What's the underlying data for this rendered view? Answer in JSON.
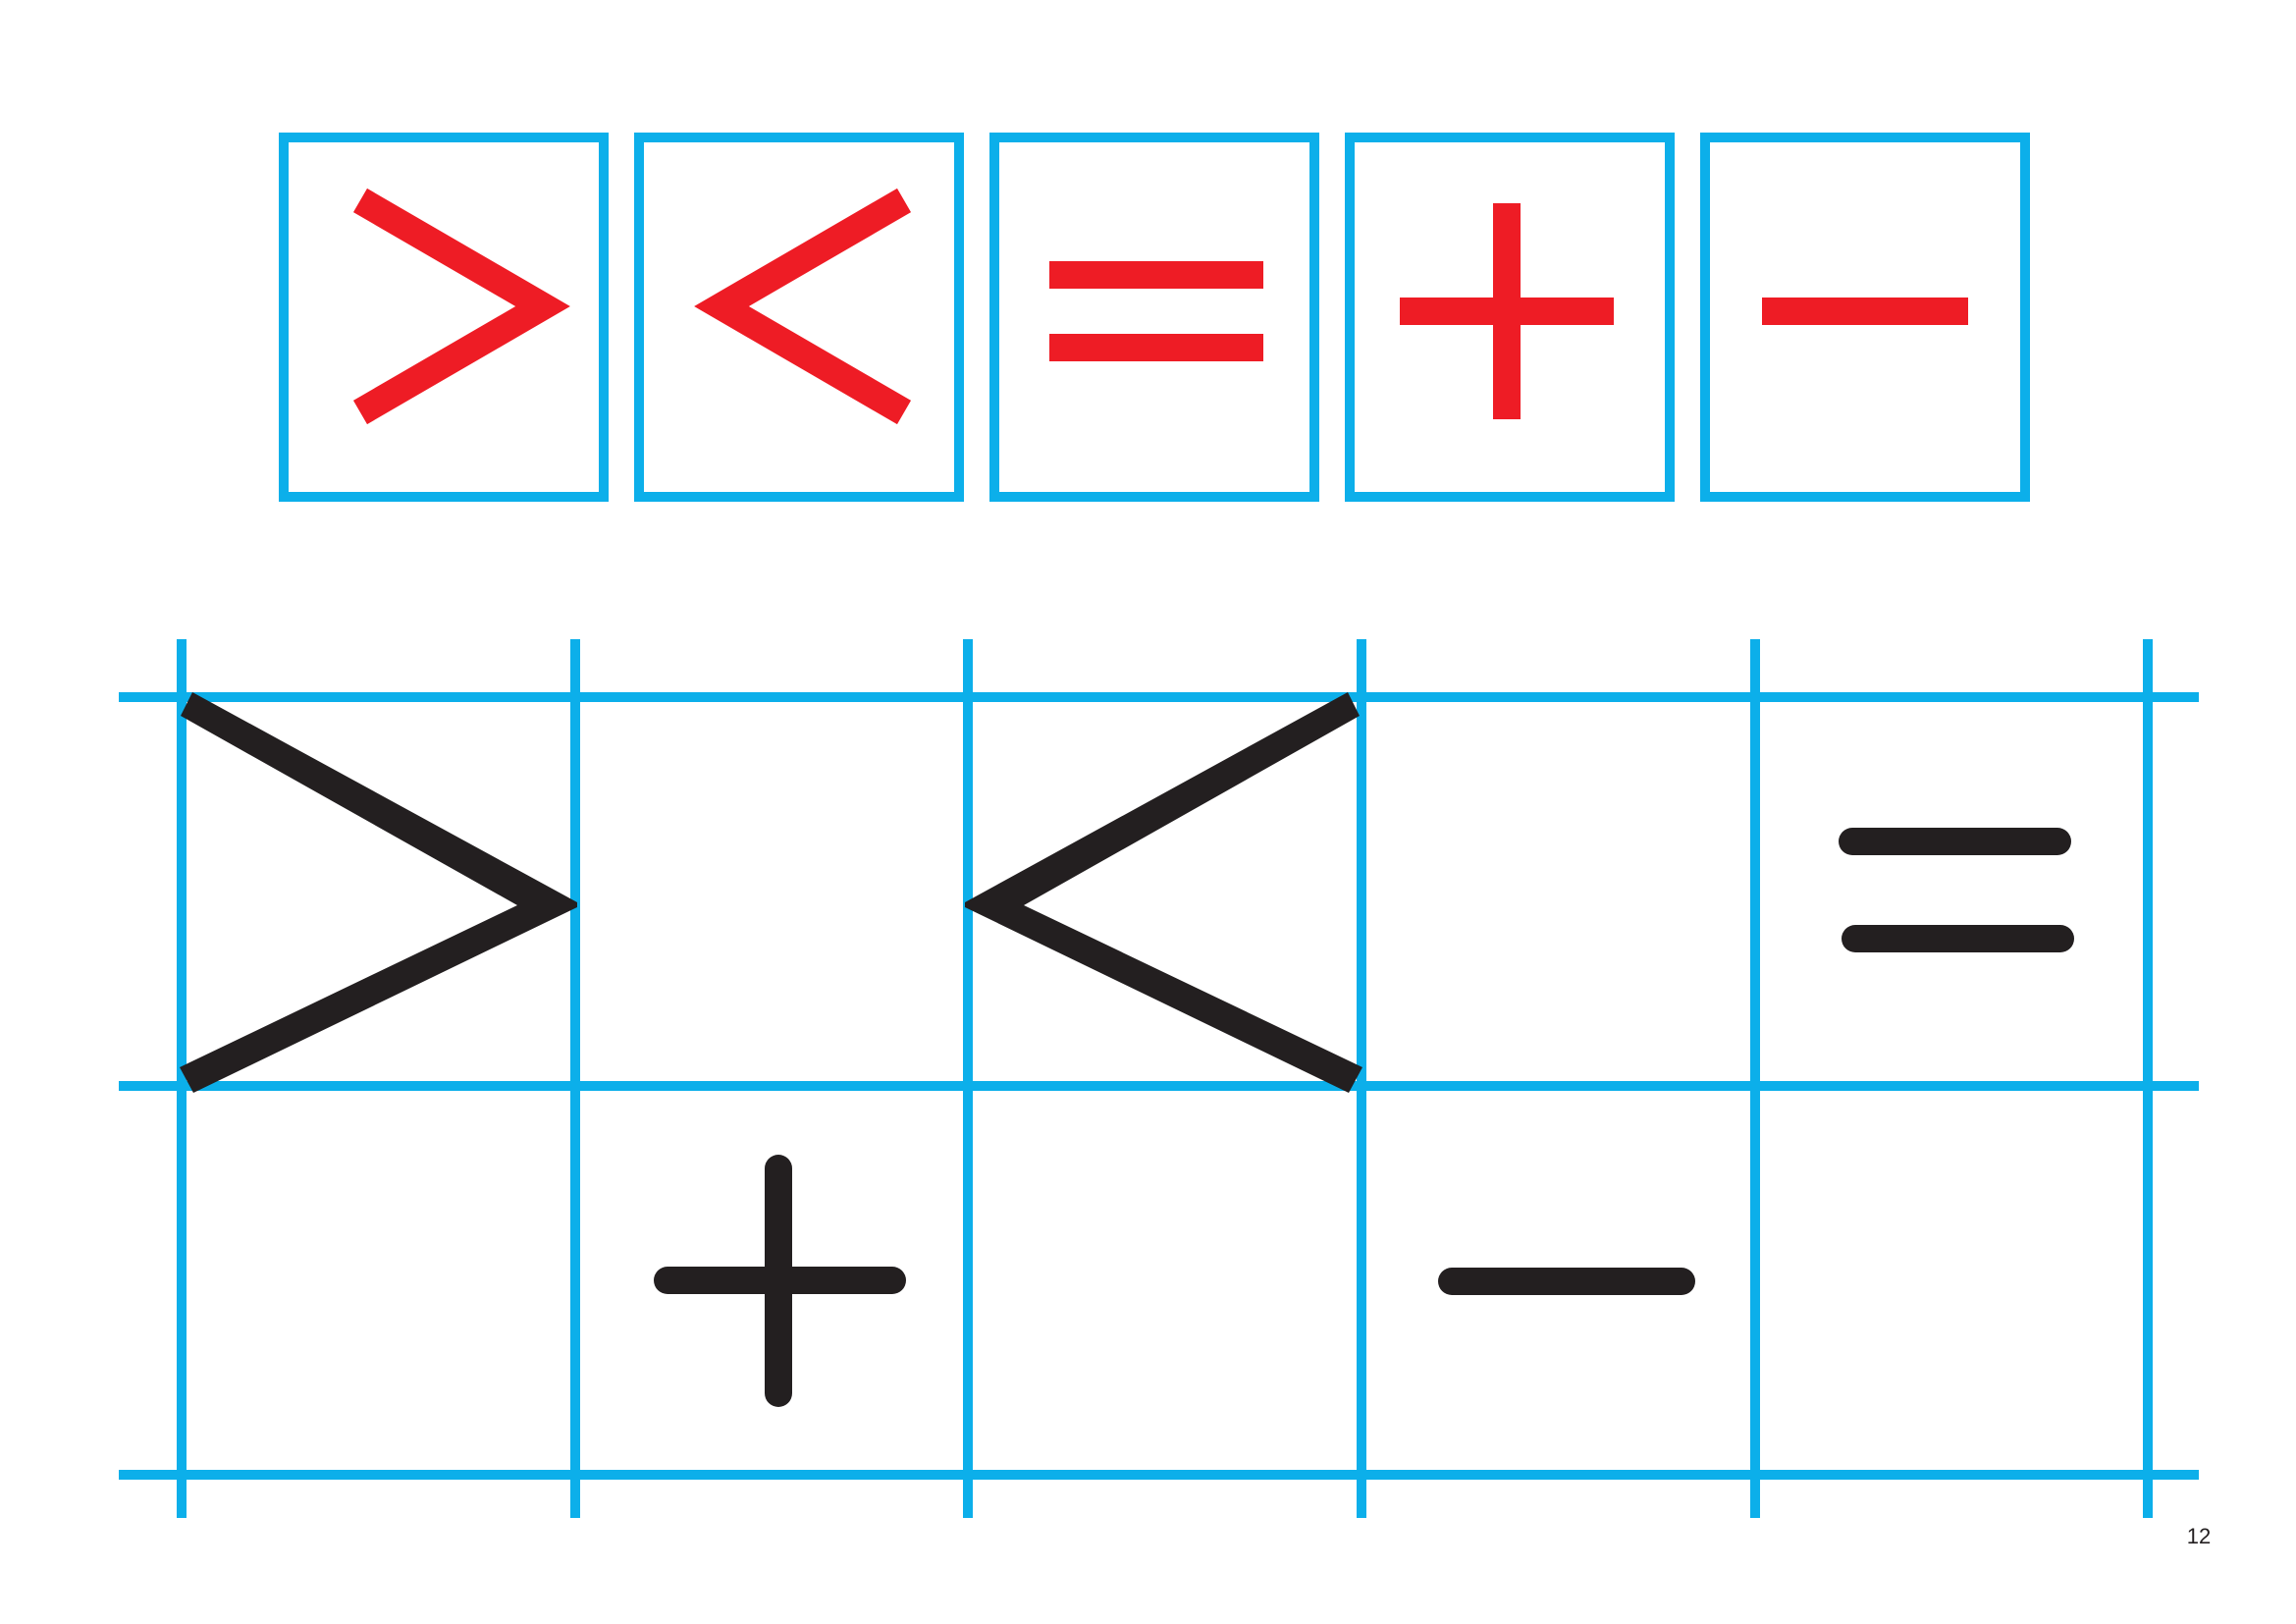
{
  "colors": {
    "frame_blue": "#0cafea",
    "symbol_red": "#ee1c25",
    "symbol_black": "#231f20",
    "background": "#ffffff"
  },
  "model_row": {
    "symbols": [
      {
        "name": "greater-than",
        "icon": "greater-than-icon"
      },
      {
        "name": "less-than",
        "icon": "less-than-icon"
      },
      {
        "name": "equals",
        "icon": "equals-icon"
      },
      {
        "name": "plus",
        "icon": "plus-icon"
      },
      {
        "name": "minus",
        "icon": "minus-icon"
      }
    ]
  },
  "tracing_grid": {
    "rows": 2,
    "columns": 5,
    "symbols": [
      {
        "name": "greater-than",
        "icon": "greater-than-icon",
        "row": 1,
        "column": 1
      },
      {
        "name": "less-than",
        "icon": "less-than-icon",
        "row": 1,
        "column": 3
      },
      {
        "name": "equals",
        "icon": "equals-icon",
        "row": 1,
        "column": 5
      },
      {
        "name": "plus",
        "icon": "plus-icon",
        "row": 2,
        "column": 2
      },
      {
        "name": "minus",
        "icon": "minus-icon",
        "row": 2,
        "column": 4
      }
    ]
  },
  "page": {
    "number": "12"
  }
}
